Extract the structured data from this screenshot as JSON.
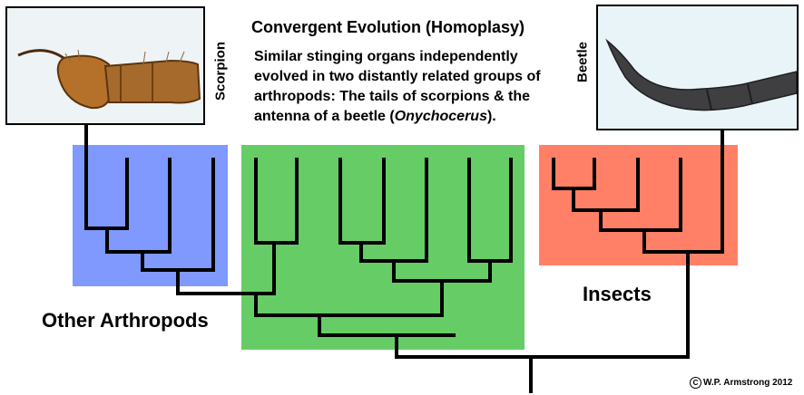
{
  "title": "Convergent Evolution (Homoplasy)",
  "description": {
    "text_main": "Similar stinging organs independently evolved in two distantly related groups of arthropods: The tails of scorpions & the antenna of a beetle (",
    "genus": "Onychocerus",
    "text_end": ")."
  },
  "photos": {
    "scorpion_label": "Scorpion",
    "beetle_label": "Beetle"
  },
  "groups": {
    "other_arthropods": {
      "label": "Other Arthropods",
      "color": "#7f99ff"
    },
    "middle": {
      "label": "",
      "color": "#66cc66"
    },
    "insects": {
      "label": "Insects",
      "color": "#ff8066"
    }
  },
  "copyright": "W.P. Armstrong 2012"
}
